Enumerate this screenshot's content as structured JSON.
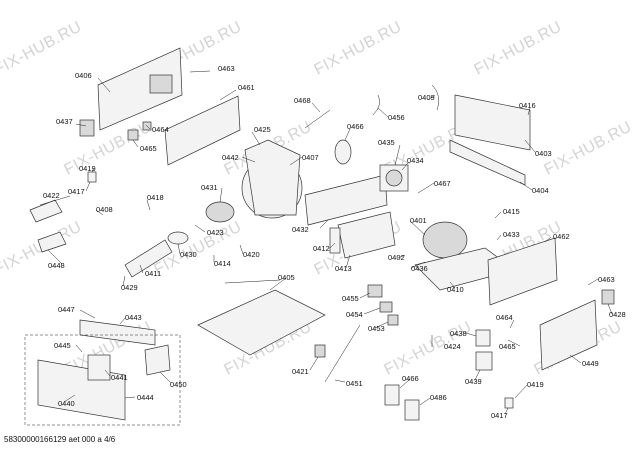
{
  "watermark": "FIX-HUB.RU",
  "footer": "58300000166129 aet 000 a 4/6",
  "labels": [
    "0406",
    "0463",
    "0461",
    "0437",
    "0464",
    "0465",
    "0468",
    "0466",
    "0456",
    "0409",
    "0416",
    "0403",
    "0425",
    "0407",
    "0442",
    "0435",
    "0434",
    "0467",
    "0404",
    "0417",
    "0419",
    "0431",
    "0422",
    "0408",
    "0418",
    "0423",
    "0432",
    "0412",
    "0401",
    "0415",
    "0433",
    "0462",
    "0430",
    "0414",
    "0420",
    "0413",
    "0402",
    "0436",
    "0448",
    "0429",
    "0411",
    "0405",
    "0410",
    "0463",
    "0447",
    "0443",
    "0455",
    "0454",
    "0453",
    "0428",
    "0464",
    "0438",
    "0445",
    "0465",
    "0424",
    "0441",
    "0421",
    "0450",
    "0439",
    "0449",
    "0440",
    "0444",
    "0451",
    "0466",
    "0419",
    "0486",
    "0417"
  ]
}
